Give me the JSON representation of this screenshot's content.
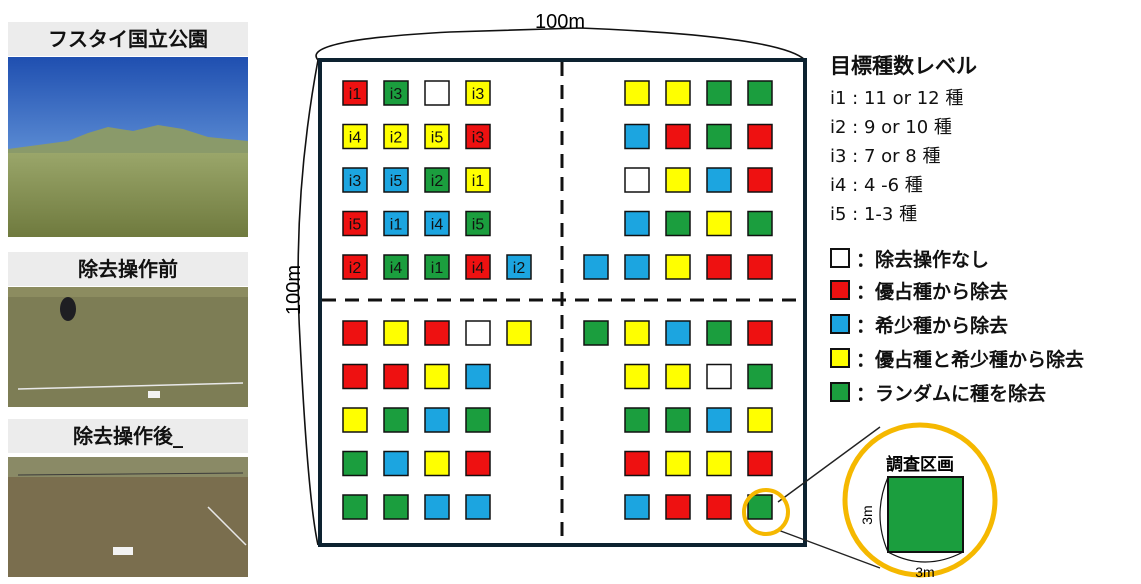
{
  "colors": {
    "none": "#ffffff",
    "dominant": "#ee1111",
    "rare": "#1ca5e0",
    "both": "#ffff00",
    "random": "#1b9e3e",
    "frame": "#0d2230",
    "highlight": "#f5b800"
  },
  "photos": [
    {
      "title": "フスタイ国立公園"
    },
    {
      "title": "除去操作前"
    },
    {
      "title": "除去操作後_"
    }
  ],
  "plot": {
    "top_label": "100m",
    "side_label": "100m",
    "quadrants": [
      {
        "rows": [
          [
            {
              "c": "dominant",
              "l": "i1"
            },
            {
              "c": "random",
              "l": "i3"
            },
            {
              "c": "none",
              "l": ""
            },
            {
              "c": "both",
              "l": "i3"
            }
          ],
          [
            {
              "c": "both",
              "l": "i4"
            },
            {
              "c": "both",
              "l": "i2"
            },
            {
              "c": "both",
              "l": "i5"
            },
            {
              "c": "dominant",
              "l": "i3"
            }
          ],
          [
            {
              "c": "rare",
              "l": "i3"
            },
            {
              "c": "rare",
              "l": "i5"
            },
            {
              "c": "random",
              "l": "i2"
            },
            {
              "c": "both",
              "l": "i1"
            }
          ],
          [
            {
              "c": "dominant",
              "l": "i5"
            },
            {
              "c": "rare",
              "l": "i1"
            },
            {
              "c": "rare",
              "l": "i4"
            },
            {
              "c": "random",
              "l": "i5"
            }
          ],
          [
            {
              "c": "dominant",
              "l": "i2"
            },
            {
              "c": "random",
              "l": "i4"
            },
            {
              "c": "random",
              "l": "i1"
            },
            {
              "c": "dominant",
              "l": "i4"
            },
            {
              "c": "rare",
              "l": "i2"
            }
          ]
        ]
      },
      {
        "rows": [
          [
            {
              "c": "both"
            },
            {
              "c": "both"
            },
            {
              "c": "random"
            },
            {
              "c": "random"
            }
          ],
          [
            {
              "c": "rare"
            },
            {
              "c": "dominant"
            },
            {
              "c": "random"
            },
            {
              "c": "dominant"
            }
          ],
          [
            {
              "c": "none"
            },
            {
              "c": "both"
            },
            {
              "c": "rare"
            },
            {
              "c": "dominant"
            }
          ],
          [
            {
              "c": "rare"
            },
            {
              "c": "random"
            },
            {
              "c": "both"
            },
            {
              "c": "random"
            }
          ],
          [
            {
              "c": "rare"
            },
            {
              "c": "rare"
            },
            {
              "c": "both"
            },
            {
              "c": "dominant"
            },
            {
              "c": "dominant"
            }
          ]
        ]
      },
      {
        "rows": [
          [
            {
              "c": "dominant"
            },
            {
              "c": "both"
            },
            {
              "c": "dominant"
            },
            {
              "c": "none"
            },
            {
              "c": "both"
            }
          ],
          [
            {
              "c": "dominant"
            },
            {
              "c": "dominant"
            },
            {
              "c": "both"
            },
            {
              "c": "rare"
            }
          ],
          [
            {
              "c": "both"
            },
            {
              "c": "random"
            },
            {
              "c": "rare"
            },
            {
              "c": "random"
            }
          ],
          [
            {
              "c": "random"
            },
            {
              "c": "rare"
            },
            {
              "c": "both"
            },
            {
              "c": "dominant"
            }
          ],
          [
            {
              "c": "random"
            },
            {
              "c": "random"
            },
            {
              "c": "rare"
            },
            {
              "c": "rare"
            }
          ]
        ]
      },
      {
        "rows": [
          [
            {
              "c": "random"
            },
            {
              "c": "both"
            },
            {
              "c": "rare"
            },
            {
              "c": "random"
            },
            {
              "c": "dominant"
            }
          ],
          [
            {
              "c": "both"
            },
            {
              "c": "both"
            },
            {
              "c": "none"
            },
            {
              "c": "random"
            }
          ],
          [
            {
              "c": "random"
            },
            {
              "c": "random"
            },
            {
              "c": "rare"
            },
            {
              "c": "both"
            }
          ],
          [
            {
              "c": "dominant"
            },
            {
              "c": "both"
            },
            {
              "c": "both"
            },
            {
              "c": "dominant"
            }
          ],
          [
            {
              "c": "rare"
            },
            {
              "c": "dominant"
            },
            {
              "c": "dominant"
            },
            {
              "c": "random"
            }
          ]
        ]
      }
    ]
  },
  "inset": {
    "title": "調査区画",
    "width_label": "3m",
    "height_label": "3m"
  },
  "legend": {
    "title": "目標種数レベル",
    "levels": [
      "i1 : 11 or 12 種",
      "i2 : 9 or 10 種",
      "i3 : 7 or 8 種",
      "i4 : 4 -6 種",
      "i5 : 1-3 種"
    ],
    "treatments": [
      {
        "color": "none",
        "label": "：除去操作なし"
      },
      {
        "color": "dominant",
        "label": "：優占種から除去"
      },
      {
        "color": "rare",
        "label": "：希少種から除去"
      },
      {
        "color": "both",
        "label": "：優占種と希少種から除去"
      },
      {
        "color": "random",
        "label": "：ランダムに種を除去"
      }
    ]
  }
}
